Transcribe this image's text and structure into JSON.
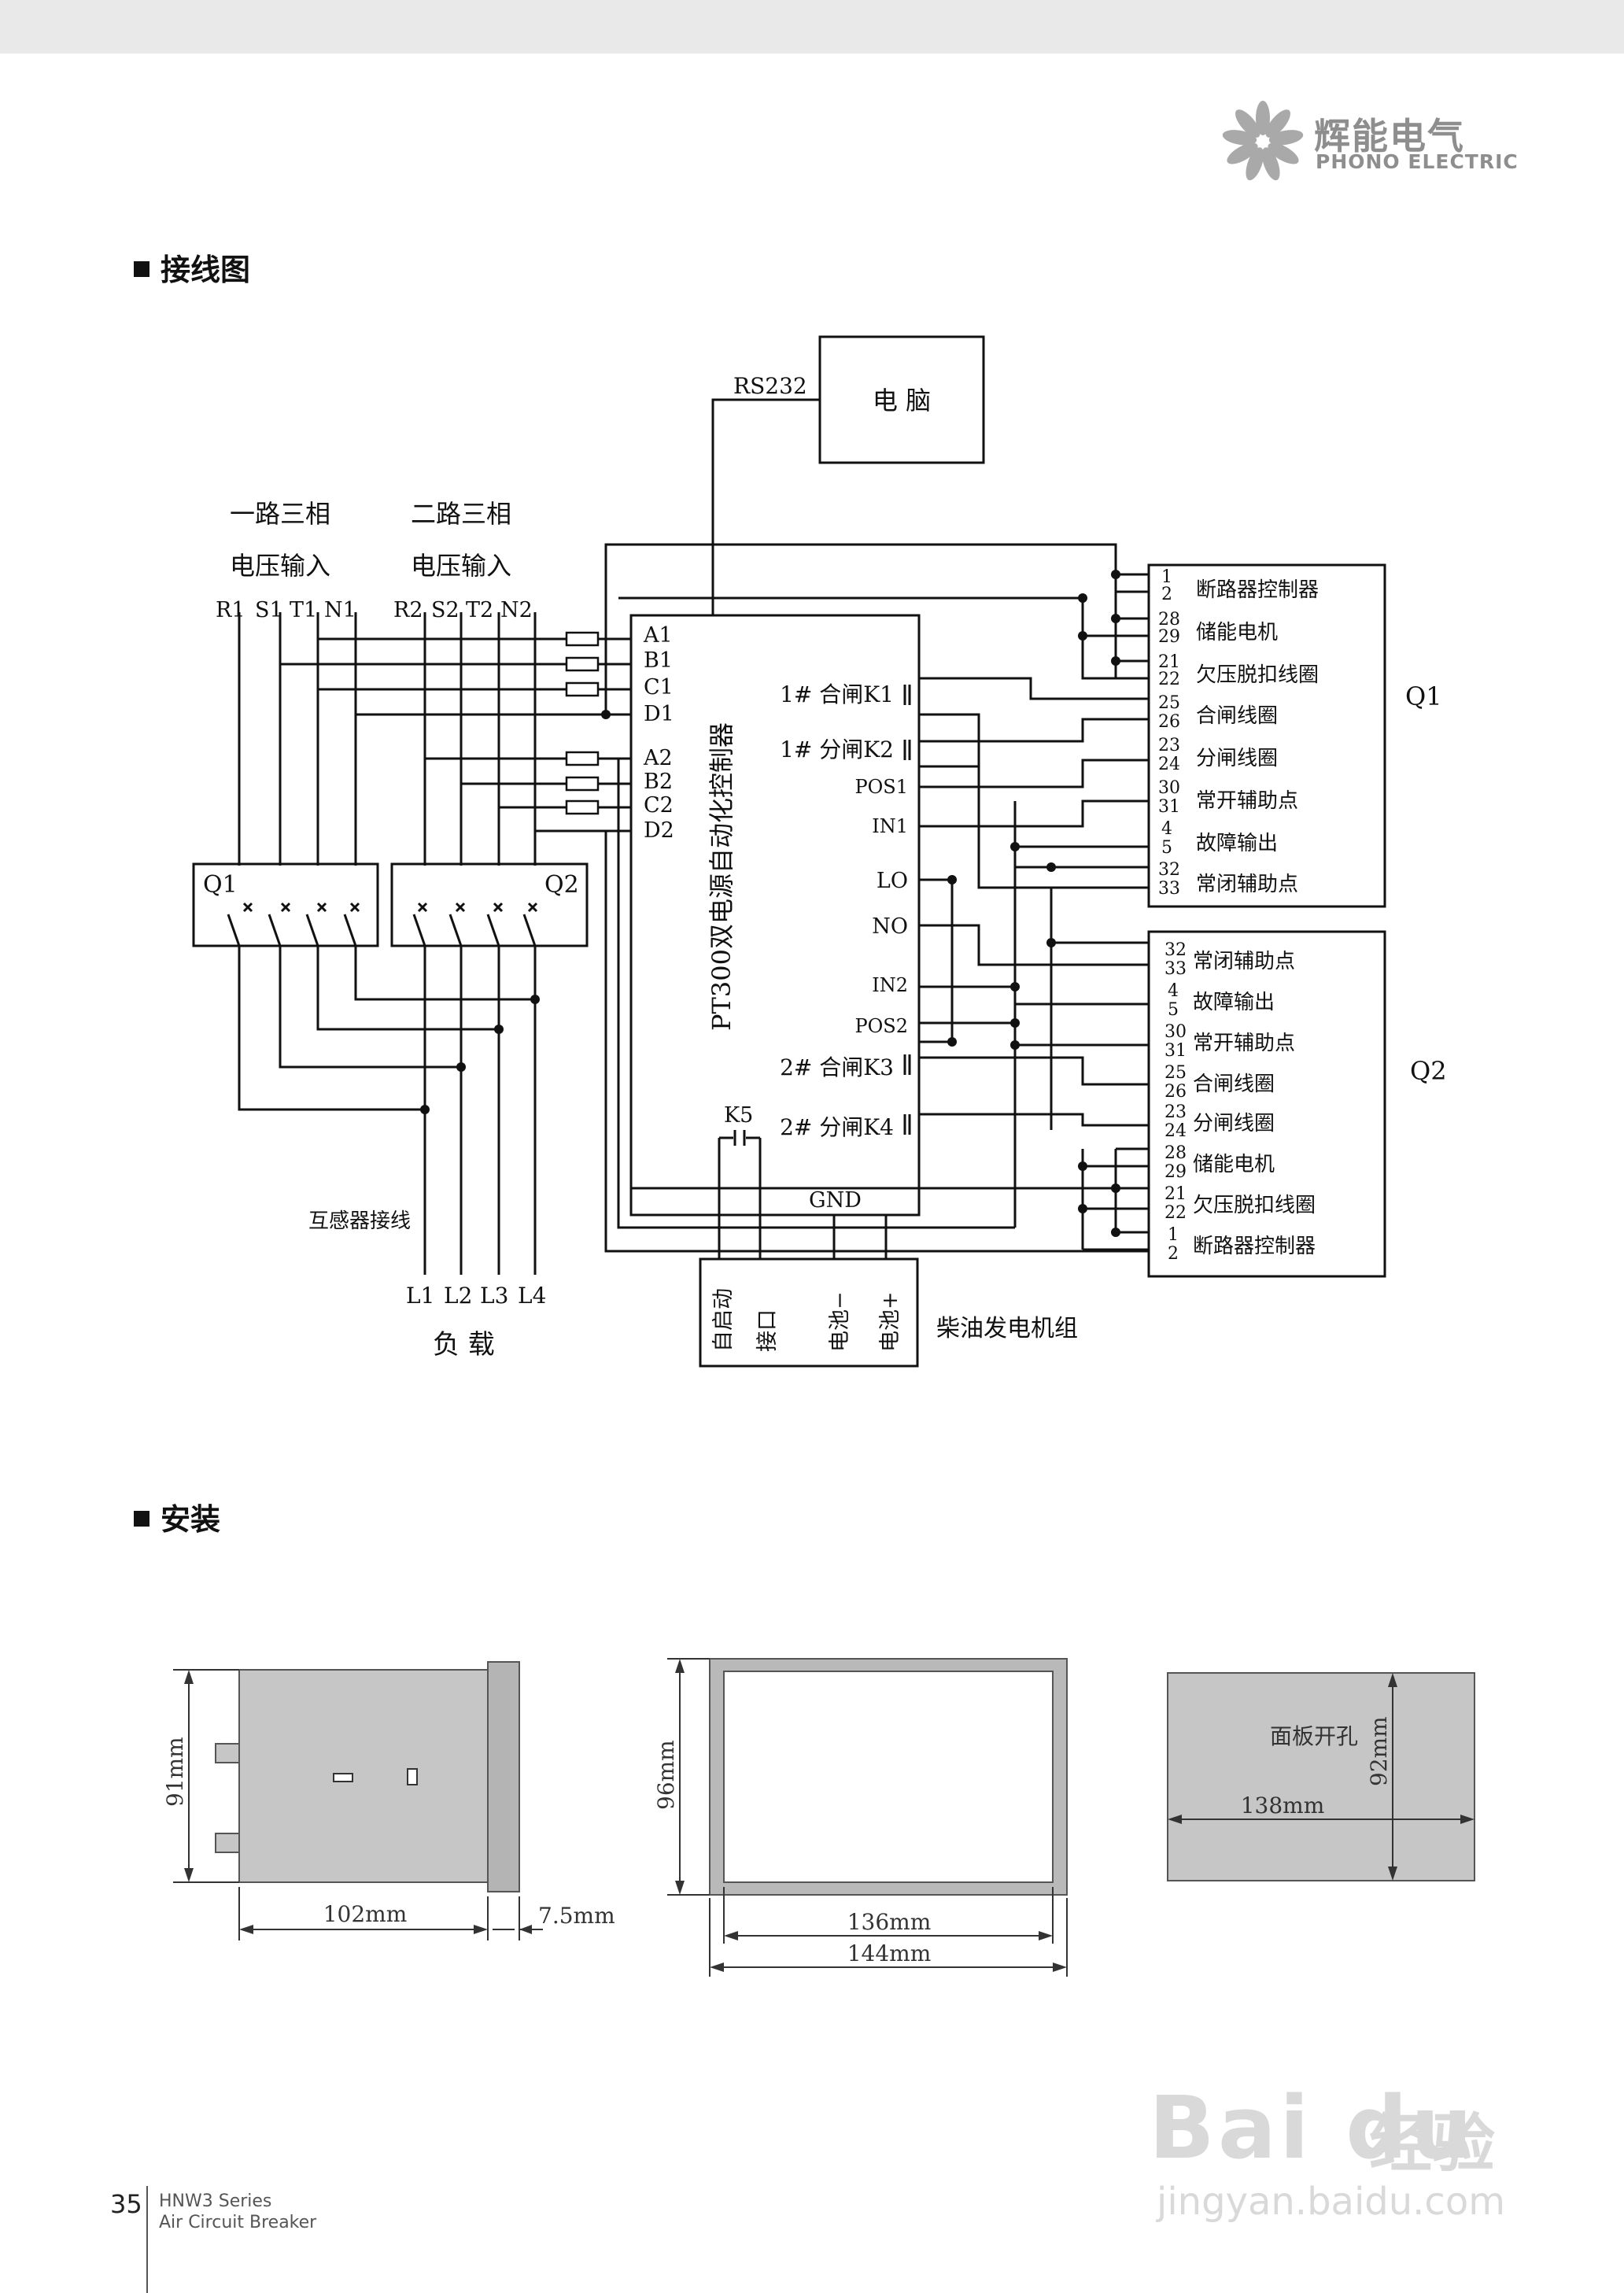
{
  "brand": {
    "name_cn": "辉能电气",
    "name_en": "PHONO ELECTRIC"
  },
  "sections": {
    "wiring": "接线图",
    "install": "安装"
  },
  "wiring": {
    "pc": "电 脑",
    "rs232": "RS232",
    "input1_line1": "一路三相",
    "input1_line2": "电压输入",
    "input2_line1": "二路三相",
    "input2_line2": "电压输入",
    "phase_labels": [
      "R1",
      "S1",
      "T1",
      "N1",
      "R2",
      "S2",
      "T2",
      "N2"
    ],
    "controller_terms_left": [
      "A1",
      "B1",
      "C1",
      "D1",
      "A2",
      "B2",
      "C2",
      "D2"
    ],
    "controller_name": "PT300双电源自动化控制器",
    "controller_terms_right": [
      "1# 合闸K1",
      "1# 分闸K2",
      "POS1",
      "IN1",
      "LO",
      "NO",
      "IN2",
      "POS2",
      "2# 合闸K3",
      "2# 分闸K4"
    ],
    "k5": "K5",
    "gnd": "GND",
    "q1": "Q1",
    "q2": "Q2",
    "ct_label": "互感器接线",
    "load_lines": [
      "L1",
      "L2",
      "L3",
      "L4"
    ],
    "load": "负 载",
    "generator_terms": [
      "自启动",
      "接口",
      "电池−",
      "电池+"
    ],
    "generator": "柴油发电机组",
    "q1_box": {
      "nums": [
        "1",
        "2",
        "28",
        "29",
        "21",
        "22",
        "25",
        "26",
        "23",
        "24",
        "30",
        "31",
        "4",
        "5",
        "32",
        "33"
      ],
      "labels": [
        "断路器控制器",
        "储能电机",
        "欠压脱扣线圈",
        "合闸线圈",
        "分闸线圈",
        "常开辅助点",
        "故障输出",
        "常闭辅助点"
      ]
    },
    "q2_box": {
      "nums": [
        "32",
        "33",
        "4",
        "5",
        "30",
        "31",
        "25",
        "26",
        "23",
        "24",
        "28",
        "29",
        "21",
        "22",
        "1",
        "2"
      ],
      "labels": [
        "常闭辅助点",
        "故障输出",
        "常开辅助点",
        "合闸线圈",
        "分闸线圈",
        "储能电机",
        "欠压脱扣线圈",
        "断路器控制器"
      ]
    }
  },
  "install": {
    "d_91": "91mm",
    "d_102": "102mm",
    "d_75": "7.5mm",
    "d_96": "96mm",
    "d_136": "136mm",
    "d_144": "144mm",
    "cutout": "面板开孔",
    "d_138": "138mm",
    "d_92": "92mm"
  },
  "footer": {
    "page": "35",
    "series": "HNW3 Series",
    "product": "Air Circuit Breaker"
  },
  "watermark": {
    "brand": "Bai du",
    "jingyan": "经验",
    "url": "jingyan.baidu.com"
  }
}
